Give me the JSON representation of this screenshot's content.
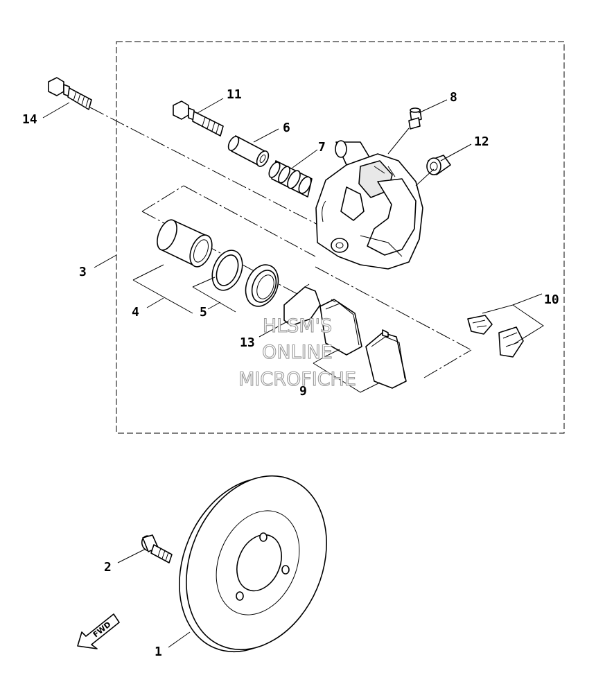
{
  "diagram": {
    "callouts": [
      "1",
      "2",
      "3",
      "4",
      "5",
      "6",
      "7",
      "8",
      "9",
      "10",
      "11",
      "12",
      "13",
      "14"
    ],
    "watermark": [
      "HLSM'S",
      "ONLINE",
      "MICROFICHE"
    ],
    "direction_label": "FWD"
  }
}
